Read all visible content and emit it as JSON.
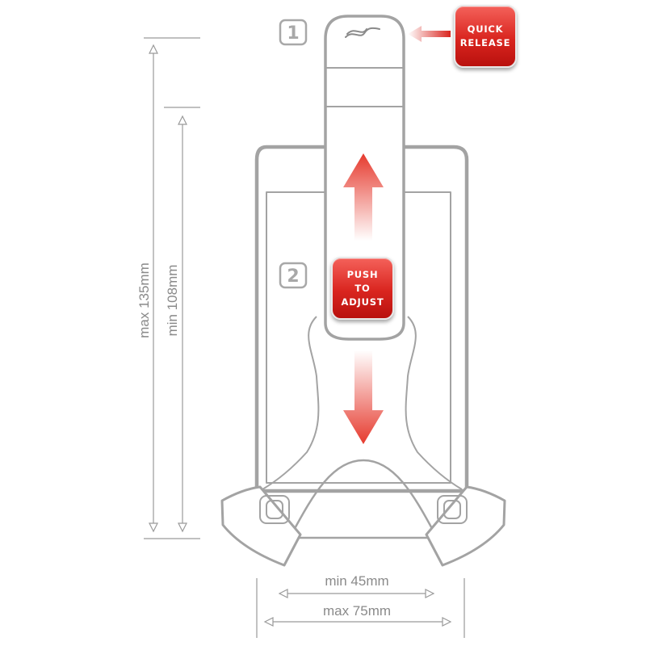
{
  "steps": {
    "one": "1",
    "two": "2"
  },
  "badges": {
    "quick_release": {
      "line1": "QUICK",
      "line2": "RELEASE"
    },
    "push_adjust": {
      "line1": "PUSH",
      "line2": "TO",
      "line3": "ADJUST"
    }
  },
  "dimensions": {
    "max_height": "max 135mm",
    "min_height": "min 108mm",
    "min_width": "min 45mm",
    "max_width": "max 75mm"
  },
  "colors": {
    "accent": "#d9251f",
    "outline": "#a3a3a3",
    "text": "#8a8a8a"
  },
  "icons": {
    "release_tab": "wave-icon",
    "arrows": [
      "arrow-left-icon",
      "arrow-up-icon",
      "arrow-down-icon"
    ]
  }
}
